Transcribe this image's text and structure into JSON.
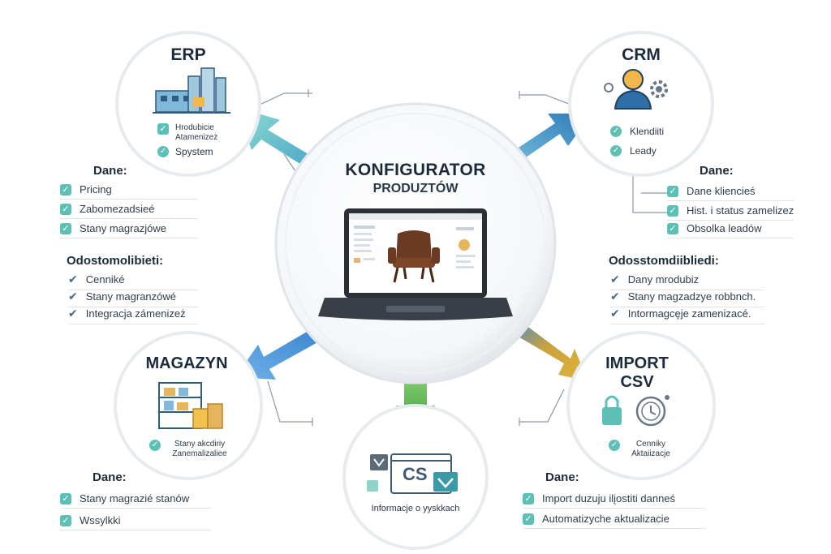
{
  "center": {
    "title_line1": "KONFIGURATOR",
    "title_line2": "PRODUZTÓW"
  },
  "erp": {
    "title": "ERP",
    "items": [
      "Hrodubicie Atamenizeż",
      "Spystem"
    ],
    "dane_heading": "Dane:",
    "dane": [
      "Pricing",
      "Zabomezadsieé",
      "Stany magrazjówe"
    ],
    "odpow_heading": "Odostomolibieti:",
    "odpow": [
      "Cenniké",
      "Stany magranzówé",
      "Integracja zámenizeż"
    ]
  },
  "crm": {
    "title": "CRM",
    "items": [
      "Klendiiti",
      "Leady"
    ],
    "dane_heading": "Dane:",
    "dane": [
      "Dane kliencieś",
      "Hist. i status zamelizez",
      "Obsolka leadów"
    ],
    "odpow_heading": "Odosstomdiibliedi:",
    "odpow": [
      "Dany mrodubiz",
      "Stany magzadzye robbnch.",
      "Intormagcęje zamenizacé."
    ]
  },
  "magazyn": {
    "title": "MAGAZYN",
    "items": [
      "Stany akcdiriy Zanemalizaliee"
    ],
    "dane_heading": "Dane:",
    "dane": [
      "Stany magrazié stanów",
      "Wssylkki"
    ]
  },
  "import": {
    "title_line1": "IMPORT",
    "title_line2": "CSV",
    "items": [
      "Cenniky Aktaiizacje"
    ],
    "dane_heading": "Dane:",
    "dane": [
      "Import duzuju ilįostiti danneś",
      "Automatizyche aktualizacie"
    ]
  },
  "csv": {
    "badge": "CS",
    "caption": "Informacje o yyskkach"
  },
  "colors": {
    "teal": "#5cc0b4",
    "blue": "#4f94d6",
    "green": "#56b84a",
    "gold": "#d6a63a",
    "navy": "#1c2b3b"
  }
}
